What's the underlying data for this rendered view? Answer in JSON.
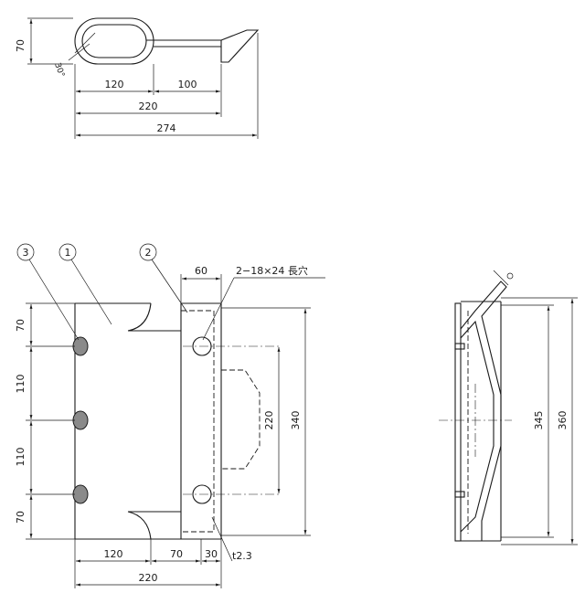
{
  "top_view": {
    "dim_height": "70",
    "dim_angle": "30°",
    "dim_loop": "120",
    "dim_tail": "100",
    "dim_220": "220",
    "dim_274": "274"
  },
  "front_view": {
    "balloon_1": "1",
    "balloon_2": "2",
    "balloon_3": "3",
    "dim_60": "60",
    "note_slot": "2−18×24 長穴",
    "dim_v_70_top": "70",
    "dim_v_110_a": "110",
    "dim_v_110_b": "110",
    "dim_v_70_bot": "70",
    "dim_220_mid": "220",
    "dim_340": "340",
    "dim_h_120": "120",
    "dim_h_70": "70",
    "dim_h_30": "30",
    "note_thickness": "t2.3",
    "dim_h_220": "220"
  },
  "side_view": {
    "dim_345": "345",
    "dim_360": "360"
  }
}
